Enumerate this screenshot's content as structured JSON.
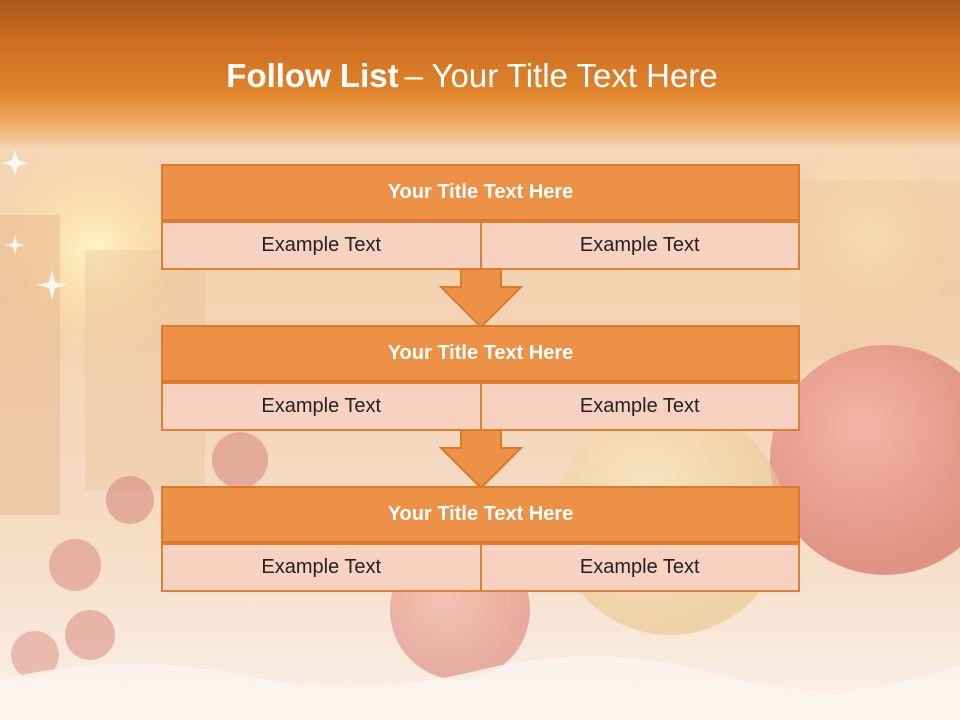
{
  "slide": {
    "title_bold": "Follow List",
    "title_rest": "– Your Title Text Here"
  },
  "blocks": [
    {
      "title": "Your Title Text Here",
      "left": "Example Text",
      "right": "Example Text"
    },
    {
      "title": "Your Title Text Here",
      "left": "Example Text",
      "right": "Example Text"
    },
    {
      "title": "Your Title Text Here",
      "left": "Example Text",
      "right": "Example Text"
    }
  ],
  "colors": {
    "header": "#e0852c",
    "block_title_fill": "#ec9146",
    "block_cell_fill": "#f7d2c1",
    "border": "#d97a2c"
  }
}
